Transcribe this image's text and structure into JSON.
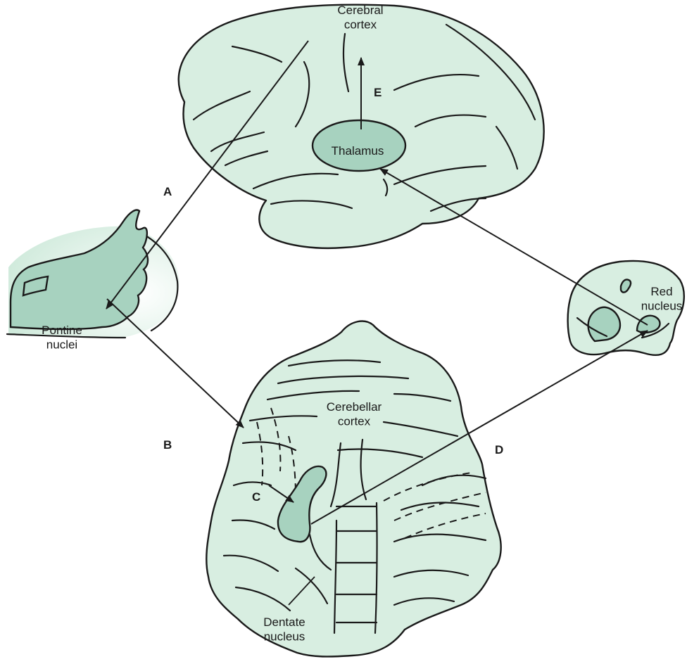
{
  "structures": {
    "cerebral_cortex": "Cerebral\ncortex",
    "thalamus": "Thalamus",
    "pontine_nuclei": "Pontine\nnuclei",
    "cerebellar_cortex": "Cerebellar\ncortex",
    "red_nucleus": "Red\nnucleus",
    "dentate_nucleus": "Dentate\nnucleus"
  },
  "pathway_labels": {
    "a": "A",
    "b": "B",
    "c": "C",
    "d": "D",
    "e": "E"
  },
  "colors": {
    "tissue_fill": "#d8eee1",
    "nucleus_fill": "#a7d2bf",
    "outline": "#1a1a1a"
  }
}
